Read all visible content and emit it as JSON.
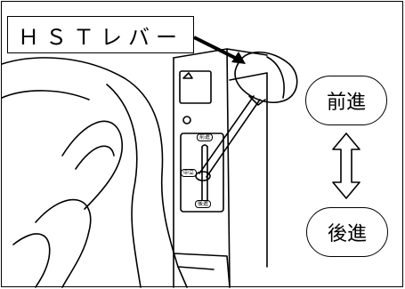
{
  "callout": {
    "label": "ＨＳＴレバー"
  },
  "directions": {
    "forward": "前進",
    "reverse": "後進"
  },
  "lever_panel": {
    "forward_mark": "前進",
    "neutral_mark": "中立",
    "reverse_mark": "後進"
  },
  "colors": {
    "line": "#000000",
    "background": "#ffffff"
  }
}
